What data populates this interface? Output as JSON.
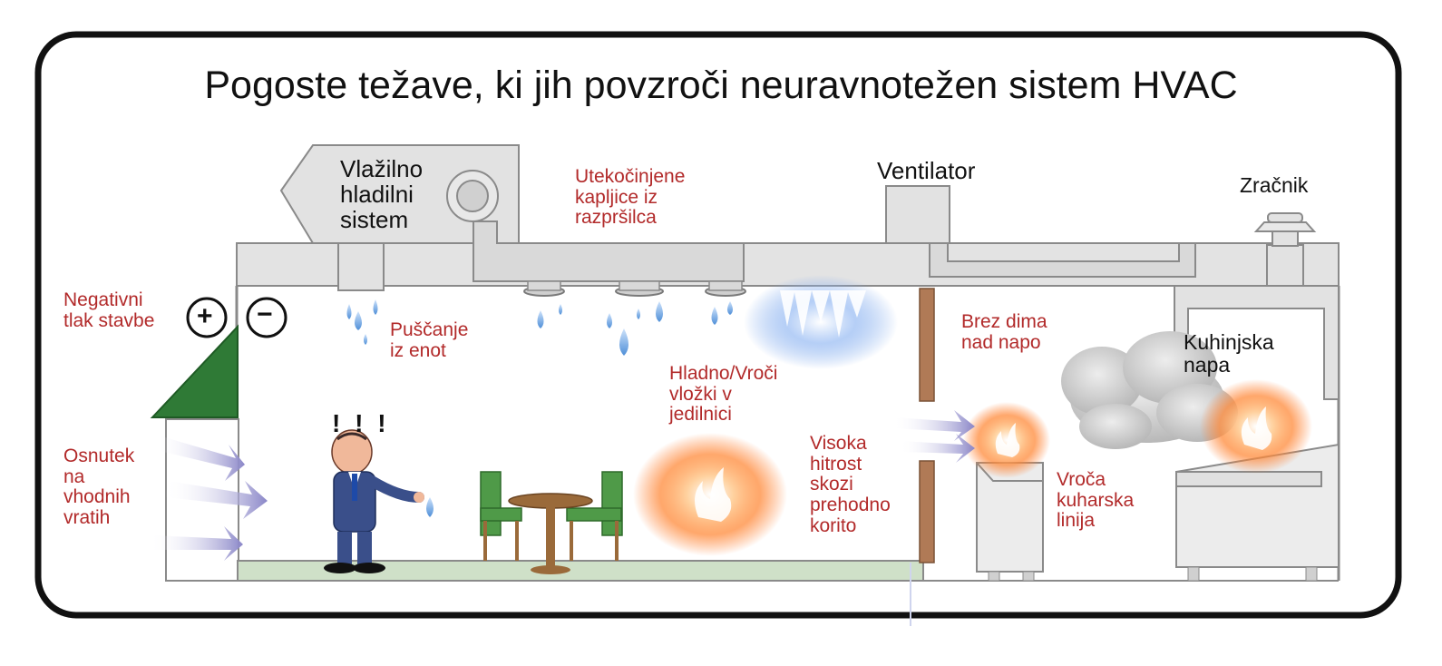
{
  "title": "Pogoste težave, ki jih povzroči neuravnotežen sistem HVAC",
  "labels": {
    "negative_pressure": "Negativni\ntlak stavbe",
    "draft": "Osnutek\nna\nvhodnih\nvratih",
    "cooling_system": "Vlažilno\nhladilni\nsistem",
    "leak_units": "Puščanje\niz enot",
    "droplets": "Utekočinjene\nkapljice iz\nrazpršilca",
    "ventilator": "Ventilator",
    "exhaust": "Zračnik",
    "hot_cold_spots": "Hladno/Vroči\nvložki v\njedilnici",
    "high_speed": "Visoka\nhitrost\nskozi\nprehodno\nkorito",
    "no_smoke": "Brez dima\nnad napo",
    "kitchen_hood": "Kuhinjska\nnapa",
    "hot_line": "Vroča\nkuharska\nlinija",
    "plus_sign": "+",
    "minus_sign": "−",
    "exclaim": "! ! !"
  },
  "colors": {
    "red_text": "#b22a2a",
    "duct_fill": "#e2e2e2",
    "duct_stroke": "#8a8a8a",
    "roof_green": "#2f7a36",
    "floor_green": "#cfe0c8",
    "drop_blue": "#6aa3e0",
    "fire_orange": "#ff7a2a",
    "chair_green": "#4f9a48",
    "table_brown": "#9a6a3a",
    "suit_blue": "#3a4f8a",
    "arrow_purple": "#8a86c8",
    "partition_brown": "#b07a56"
  },
  "icons": [
    "water-drop-icon",
    "fire-icon",
    "flow-arrow-icon",
    "smoke-cloud-icon",
    "cold-air-icon",
    "plus-circle-icon",
    "minus-circle-icon"
  ]
}
